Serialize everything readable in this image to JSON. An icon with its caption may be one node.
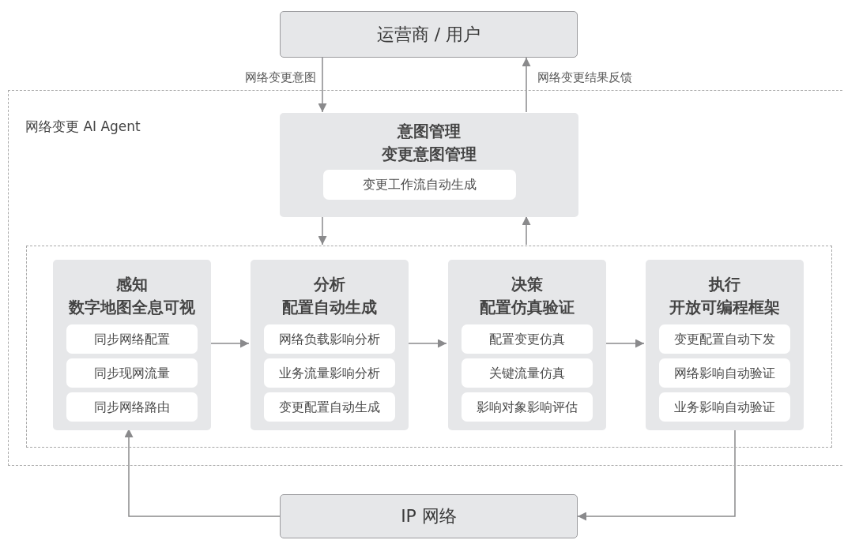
{
  "diagram": {
    "nodes": [
      {
        "text": [
          "运营商 / 用户"
        ]
      },
      {
        "text": [
          "网络变更 AI Agent"
        ]
      },
      {
        "text": [
          "意图管理",
          "变更意图管理"
        ],
        "in": 1
      },
      {
        "text": [
          "变更工作流自动生成"
        ],
        "in": 2
      },
      {
        "text": [],
        "shape": "box",
        "in": 1
      },
      {
        "text": [
          "感知",
          "数字地图全息可视"
        ],
        "in": 4
      },
      {
        "text": [
          "同步网络配置"
        ],
        "in": 5
      },
      {
        "text": [
          "同步现网流量"
        ],
        "in": 5
      },
      {
        "text": [
          "同步网络路由"
        ],
        "in": 5
      },
      {
        "text": [
          "分析",
          "配置自动生成"
        ],
        "in": 4
      },
      {
        "text": [
          "网络负载影响分析"
        ],
        "in": 9
      },
      {
        "text": [
          "业务流量影响分析"
        ],
        "in": 9
      },
      {
        "text": [
          "变更配置自动生成"
        ],
        "in": 9
      },
      {
        "text": [
          "决策",
          "配置仿真验证"
        ],
        "in": 4
      },
      {
        "text": [
          "配置变更仿真"
        ],
        "in": 13
      },
      {
        "text": [
          "关键流量仿真"
        ],
        "in": 13
      },
      {
        "text": [
          "影响对象影响评估"
        ],
        "in": 13
      },
      {
        "text": [
          "执行",
          "开放可编程框架"
        ],
        "in": 4
      },
      {
        "text": [
          "变更配置自动下发"
        ],
        "in": 17
      },
      {
        "text": [
          "网络影响自动验证"
        ],
        "in": 17
      },
      {
        "text": [
          "业务影响自动验证"
        ],
        "in": 17
      },
      {
        "text": [
          "IP 网络"
        ]
      }
    ],
    "edges": [
      {
        "from": 0,
        "to": 2,
        "arrow": "to",
        "label": "网络变更意图"
      },
      {
        "from": 2,
        "to": 0,
        "arrow": "to",
        "label": "网络变更结果反馈"
      },
      {
        "from": 2,
        "to": 4,
        "arrow": "to"
      },
      {
        "from": 4,
        "to": 2,
        "arrow": "to"
      },
      {
        "from": 5,
        "to": 9,
        "arrow": "to"
      },
      {
        "from": 9,
        "to": 13,
        "arrow": "to"
      },
      {
        "from": 13,
        "to": 17,
        "arrow": "to"
      },
      {
        "from": 17,
        "to": 21,
        "arrow": "to"
      },
      {
        "from": 21,
        "to": 5,
        "arrow": "to"
      }
    ]
  }
}
